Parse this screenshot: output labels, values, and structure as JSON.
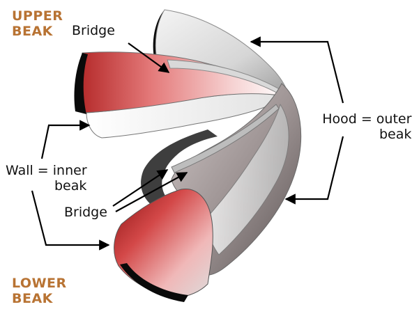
{
  "colors": {
    "section_title": "#b87333",
    "arrow": "#000000",
    "red_dark": "#7a1010",
    "red_mid": "#d04040",
    "red_light": "#f6c8c8",
    "gray_light": "#e0e0e0",
    "gray_mid": "#9a9a9a",
    "gray_dark": "#4a4a4a",
    "black_edge": "#0a0a0a"
  },
  "titles": {
    "upper_line1": "UPPER",
    "upper_line2": "BEAK",
    "lower_line1": "LOWER",
    "lower_line2": "BEAK"
  },
  "labels": {
    "bridge_top": "Bridge",
    "bridge_bottom": "Bridge",
    "hood_line1": "Hood = outer",
    "hood_line2": "beak",
    "wall_line1": "Wall = inner",
    "wall_line2": "beak"
  }
}
